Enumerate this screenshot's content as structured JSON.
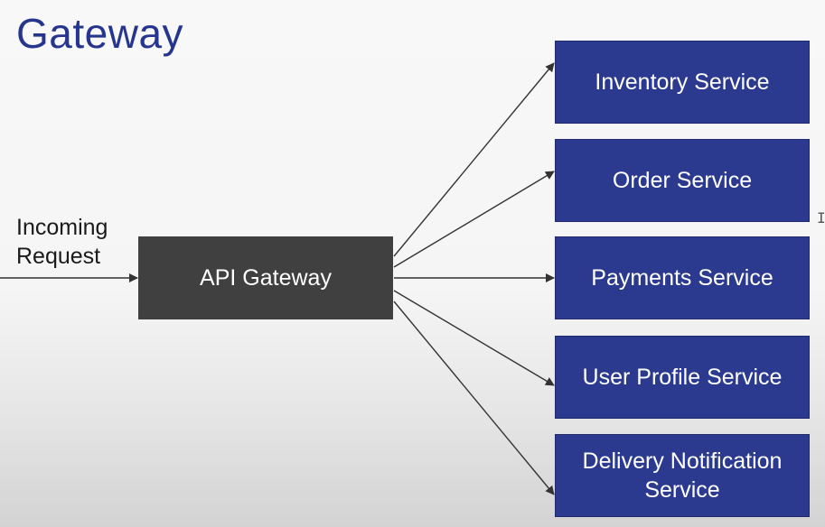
{
  "title": "Gateway",
  "incoming_request": {
    "line1": "Incoming",
    "line2": "Request"
  },
  "gateway": {
    "label": "API Gateway"
  },
  "services": [
    {
      "label": "Inventory Service"
    },
    {
      "label": "Order Service"
    },
    {
      "label": "Payments Service"
    },
    {
      "label": "User Profile Service"
    },
    {
      "label": "Delivery Notification Service"
    }
  ],
  "colors": {
    "title": "#26368f",
    "gateway_box": "#404040",
    "service_box": "#2b3a8f",
    "arrow": "#333333"
  },
  "icons": {
    "cursor": "text-cursor-icon"
  }
}
